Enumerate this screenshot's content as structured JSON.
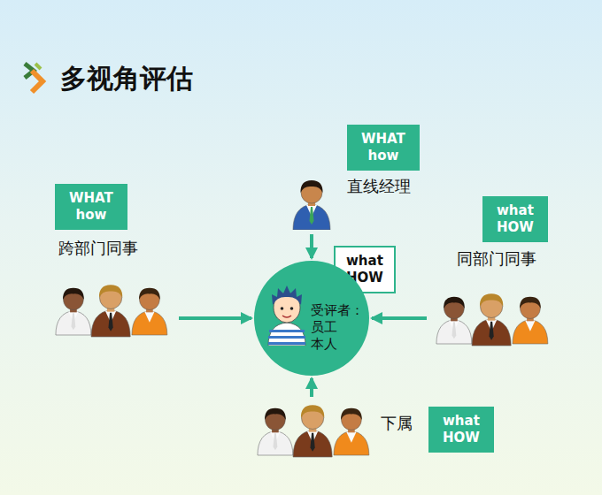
{
  "diagram": {
    "title": "多视角评估",
    "nodes": [
      {
        "text": [
          "WHAT how"
        ]
      },
      {
        "text": [
          "直线经理"
        ]
      },
      {
        "text": [
          "WHAT how"
        ]
      },
      {
        "text": [
          "跨部门同事"
        ]
      },
      {
        "text": [
          "what HOW"
        ]
      },
      {
        "text": [
          "同部门同事"
        ]
      },
      {
        "text": [
          "what HOW"
        ]
      },
      {
        "text": [
          "受评者： 员工 本人"
        ]
      },
      {
        "text": [
          "下属"
        ]
      },
      {
        "text": [
          "what HOW"
        ]
      }
    ],
    "edges": [
      {
        "from": 1,
        "to": 7,
        "arrow": "to"
      },
      {
        "from": 3,
        "to": 7,
        "arrow": "to"
      },
      {
        "from": 5,
        "to": 7,
        "arrow": "to"
      },
      {
        "from": 8,
        "to": 7,
        "arrow": "to"
      }
    ]
  }
}
